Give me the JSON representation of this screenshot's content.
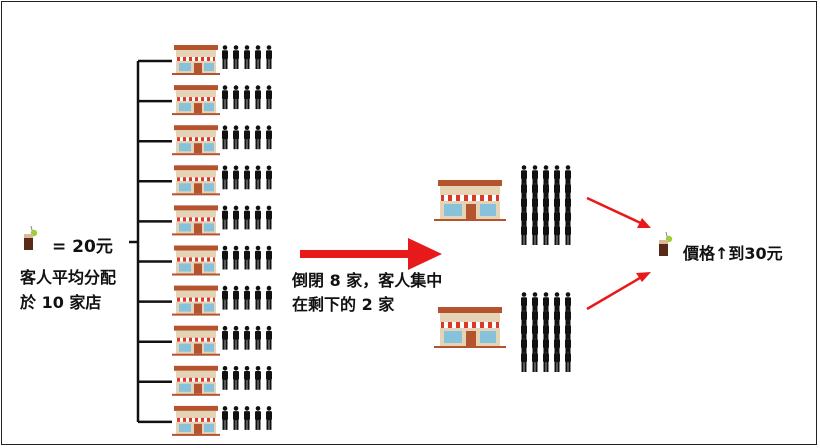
{
  "left_group": {
    "price_label": "= 20元",
    "caption_line1": "客人平均分配",
    "caption_line2": "於 10 家店",
    "store_count": 10,
    "people_per_store": 5
  },
  "middle": {
    "caption_line1": "倒閉 8 家，客人集中",
    "caption_line2": "在剩下的 2 家"
  },
  "right_group": {
    "store_count": 2,
    "people_per_store": 25
  },
  "result": {
    "label": "價格↑到30元"
  },
  "colors": {
    "arrow": "#e8191a",
    "store_roof": "#b5532f",
    "store_wall": "#e4d3b4",
    "store_window": "#86c2dc",
    "awning_red": "#d8392b",
    "person": "#111111",
    "drink": "#5a2a18",
    "garnish": "#9ccf3b"
  }
}
